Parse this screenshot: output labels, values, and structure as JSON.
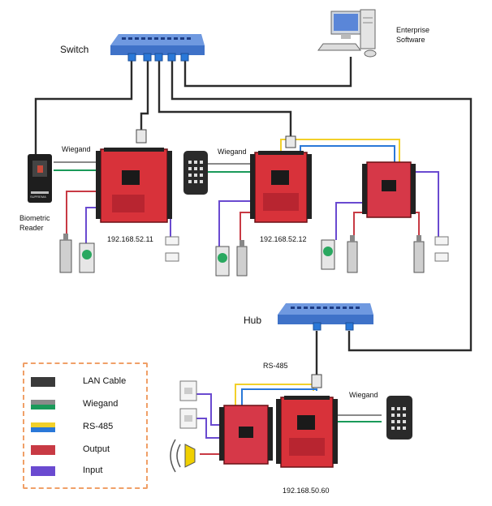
{
  "labels": {
    "switch": "Switch",
    "hub": "Hub",
    "enterprise": "Enterprise",
    "software": "Software",
    "biometric": "Biometric",
    "reader": "Reader",
    "wiegand_1": "Wiegand",
    "wiegand_2": "Wiegand",
    "wiegand_3": "Wiegand",
    "rs485": "RS-485",
    "ip_1": "192.168.52.11",
    "ip_2": "192.168.52.12",
    "ip_3": "192.168.50.60",
    "device_brand": "SUPREMA"
  },
  "legend": [
    {
      "label": "LAN Cable",
      "colors": [
        "#3a3a3a"
      ]
    },
    {
      "label": "Wiegand",
      "colors": [
        "#8a8a8a",
        "#1a9a5a"
      ]
    },
    {
      "label": "RS-485",
      "colors": [
        "#f2d02a",
        "#2a78d8"
      ]
    },
    {
      "label": "Output",
      "colors": [
        "#c83a44"
      ]
    },
    {
      "label": "Input",
      "colors": [
        "#6a4ad0"
      ]
    }
  ],
  "colors": {
    "lan": "#2b2b2b",
    "wiegand_gray": "#8a8a8a",
    "wiegand_green": "#1a9a5a",
    "rs485_yellow": "#f2d02a",
    "rs485_blue": "#2a78d8",
    "output": "#c83a44",
    "input": "#6a4ad0",
    "board": "#d8323a",
    "switch_body": "#3f72c8",
    "legend_border": "#f0a068"
  }
}
